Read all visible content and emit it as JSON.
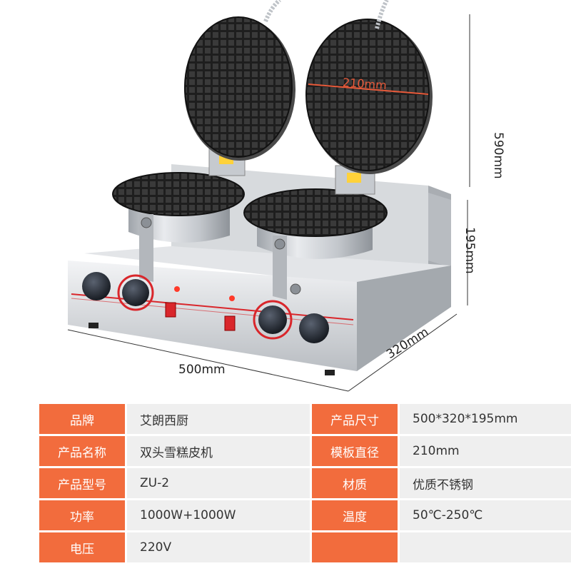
{
  "dimensions": {
    "width": "500mm",
    "depth": "320mm",
    "height": "590mm",
    "base_height": "195mm",
    "plate_diameter": "210mm"
  },
  "specs": {
    "rows": [
      {
        "key1": "品牌",
        "val1": "艾朗西厨",
        "key2": "产品尺寸",
        "val2": "500*320*195mm"
      },
      {
        "key1": "产品名称",
        "val1": "双头雪糕皮机",
        "key2": "模板直径",
        "val2": "210mm"
      },
      {
        "key1": "产品型号",
        "val1": "ZU-2",
        "key2": "材质",
        "val2": "优质不锈钢"
      },
      {
        "key1": "功率",
        "val1": "1000W+1000W",
        "key2": "温度",
        "val2": "50℃-250℃"
      },
      {
        "key1": "电压",
        "val1": "220V",
        "key2": "",
        "val2": ""
      }
    ]
  },
  "colors": {
    "accent": "#f26c3d",
    "steel": "#c9ccd1",
    "plate": "#2b2b2b"
  }
}
